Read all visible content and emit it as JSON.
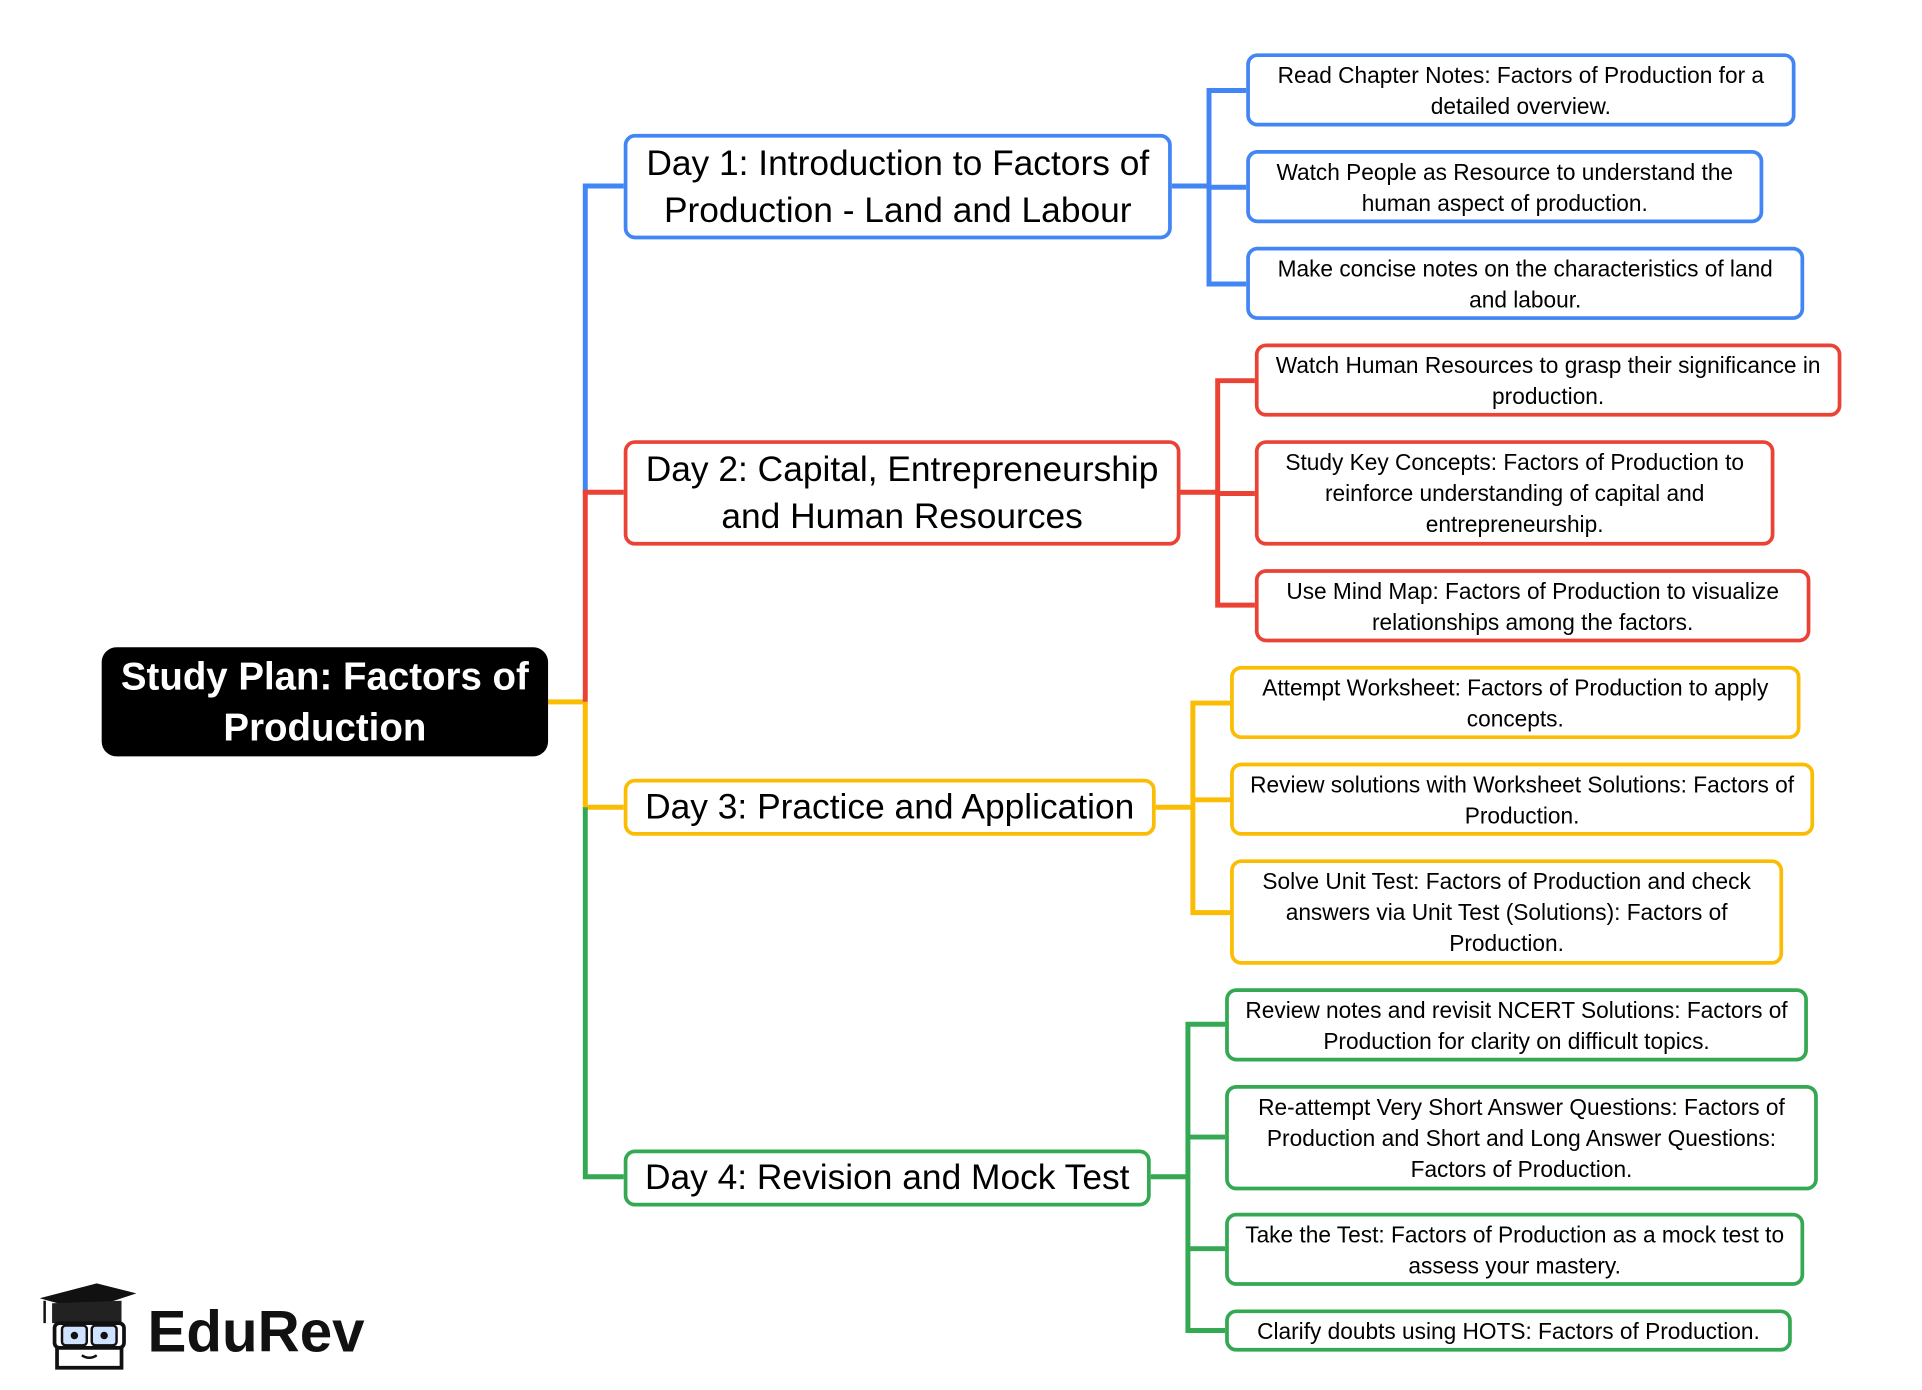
{
  "root": {
    "title": "Study Plan: Factors of Production"
  },
  "colors": {
    "day1": "#4285f4",
    "day2": "#ea4335",
    "day3": "#fbbc04",
    "day4": "#34a853",
    "root": "#000000"
  },
  "days": [
    {
      "title": "Day 1: Introduction to Factors of Production - Land and Labour",
      "tasks": [
        "Read Chapter Notes: Factors of Production for a detailed overview.",
        "Watch People as Resource to understand the human aspect of production.",
        "Make concise notes on the characteristics of land and labour."
      ]
    },
    {
      "title": "Day 2: Capital, Entrepreneurship and Human Resources",
      "tasks": [
        "Watch Human Resources to grasp their significance in production.",
        "Study Key Concepts: Factors of Production to reinforce understanding of capital and entrepreneurship.",
        "Use Mind Map: Factors of Production to visualize relationships among the factors."
      ]
    },
    {
      "title": "Day 3: Practice and Application",
      "tasks": [
        "Attempt Worksheet: Factors of Production to apply concepts.",
        "Review solutions with Worksheet Solutions: Factors of Production.",
        "Solve Unit Test: Factors of Production and check answers via Unit Test (Solutions): Factors of Production."
      ]
    },
    {
      "title": "Day 4: Revision and Mock Test",
      "tasks": [
        "Review notes and revisit NCERT Solutions: Factors of Production for clarity on difficult topics.",
        "Re-attempt Very Short Answer Questions: Factors of Production and Short and Long Answer Questions: Factors of Production.",
        "Take the Test: Factors of Production as a mock test to assess your mastery.",
        "Clarify doubts using HOTS: Factors of Production."
      ]
    }
  ],
  "logo": {
    "text": "EduRev",
    "icon": "graduation-cap-mascot-icon"
  }
}
